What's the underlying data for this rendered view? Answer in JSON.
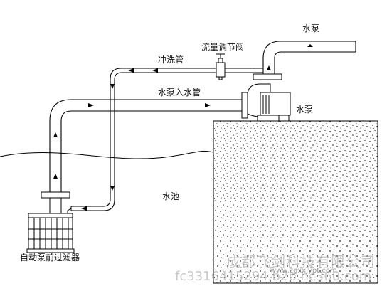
{
  "labels": {
    "pump_outlet": "水泵",
    "flow_valve": "流量调节阀",
    "flush_pipe": "冲洗管",
    "pump_inlet": "水泵入水管",
    "pump": "水泵",
    "pool": "水池",
    "filter": "自动泵前过滤器"
  },
  "watermark": {
    "company": "成都飞剑科技有限公司",
    "site": "www.zgxxjypt.com",
    "code": "fc3316415294.b2b.hc360.com"
  }
}
